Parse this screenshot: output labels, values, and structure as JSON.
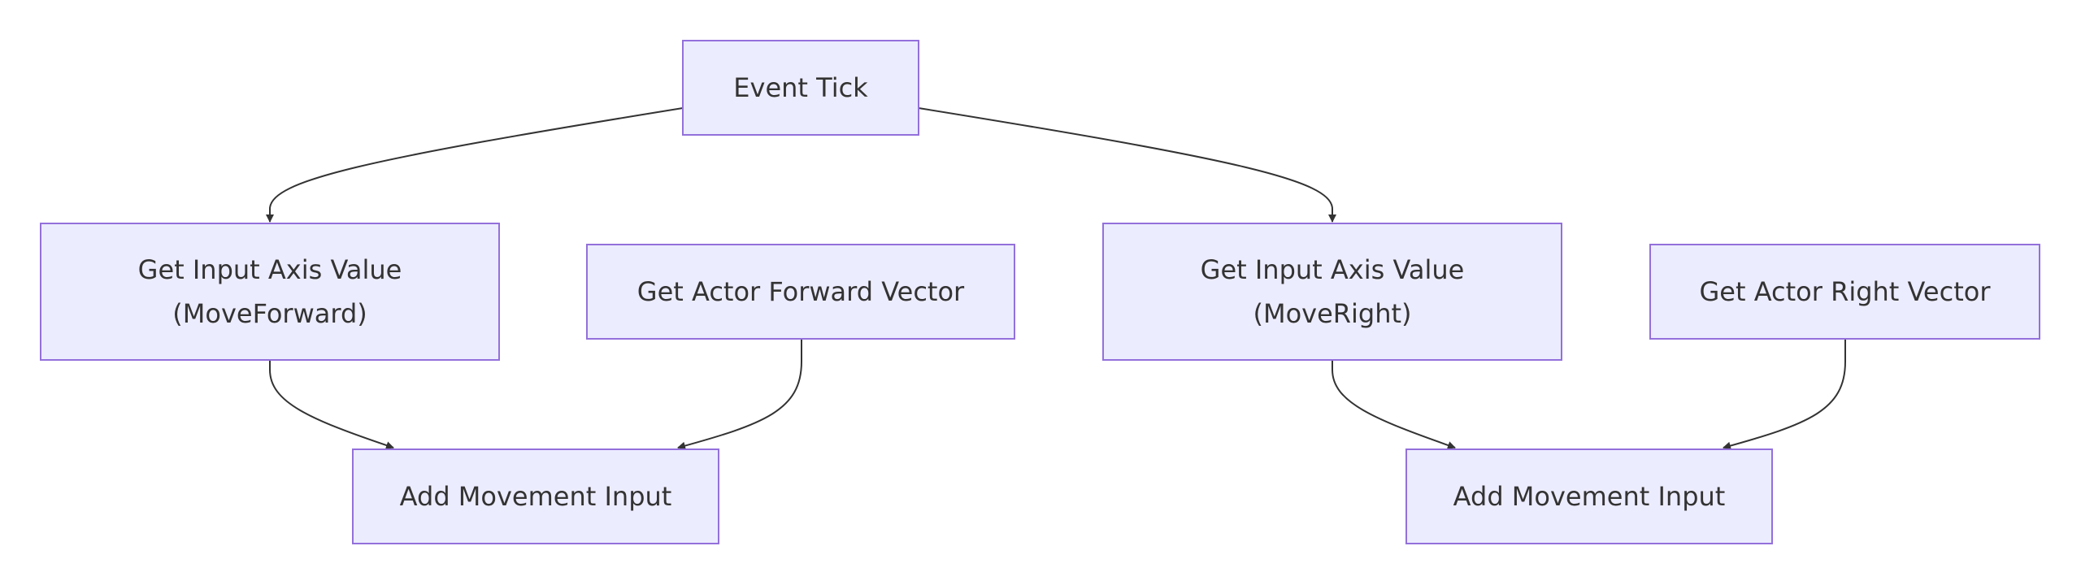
{
  "diagram": {
    "type": "flowchart",
    "direction": "top-down",
    "colors": {
      "node_fill": "#ECECFF",
      "node_border": "#9370DB",
      "text": "#333333",
      "edge": "#333333",
      "background": "#FFFFFF"
    },
    "nodes": [
      {
        "id": "event_tick",
        "lines": [
          "Event Tick"
        ]
      },
      {
        "id": "axis_forward",
        "lines": [
          "Get Input Axis Value",
          "(MoveForward)"
        ]
      },
      {
        "id": "forward_vector",
        "lines": [
          "Get Actor Forward Vector"
        ]
      },
      {
        "id": "axis_right",
        "lines": [
          "Get Input Axis Value",
          "(MoveRight)"
        ]
      },
      {
        "id": "right_vector",
        "lines": [
          "Get Actor Right Vector"
        ]
      },
      {
        "id": "add_movement_1",
        "lines": [
          "Add Movement Input"
        ]
      },
      {
        "id": "add_movement_2",
        "lines": [
          "Add Movement Input"
        ]
      }
    ],
    "edges": [
      {
        "from": "event_tick",
        "to": "axis_forward"
      },
      {
        "from": "event_tick",
        "to": "axis_right"
      },
      {
        "from": "axis_forward",
        "to": "add_movement_1"
      },
      {
        "from": "forward_vector",
        "to": "add_movement_1"
      },
      {
        "from": "axis_right",
        "to": "add_movement_2"
      },
      {
        "from": "right_vector",
        "to": "add_movement_2"
      }
    ]
  }
}
